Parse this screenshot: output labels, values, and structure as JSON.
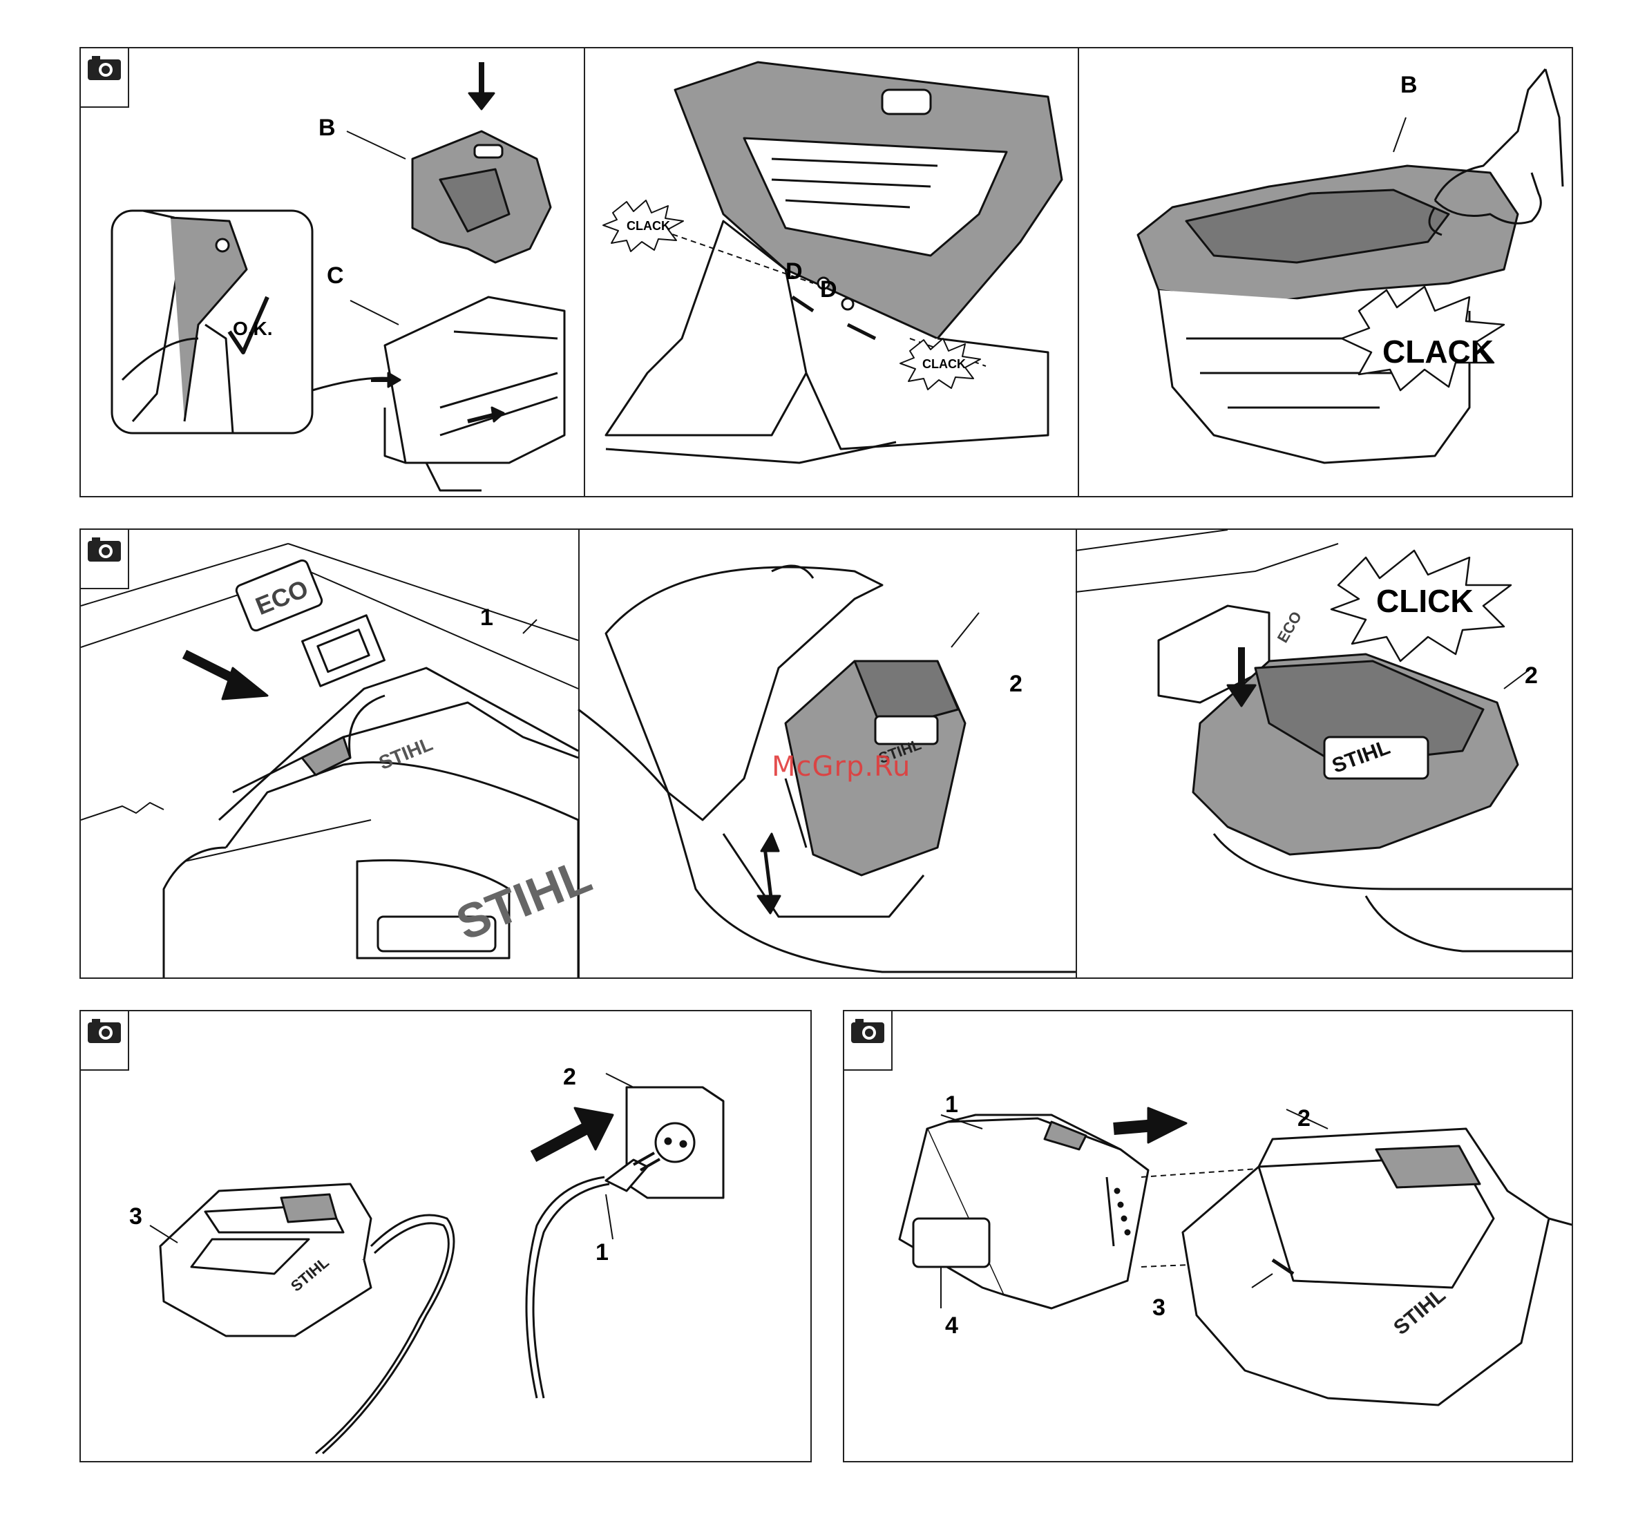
{
  "figure1": {
    "panel1": {
      "label_b": "B",
      "label_c": "C",
      "ok": "O.K."
    },
    "panel2": {
      "clack_left": "CLACK",
      "clack_right": "CLACK",
      "label_d1": "D",
      "label_d2": "D"
    },
    "panel3": {
      "label_b": "B",
      "clack": "CLACK"
    }
  },
  "figure2": {
    "panel1": {
      "eco": "ECO",
      "label_1": "1",
      "brand_small": "STIHL",
      "brand_large": "STIHL"
    },
    "panel2": {
      "label_2": "2",
      "brand": "STIHL",
      "watermark": "McGrp.Ru"
    },
    "panel3": {
      "click": "CLICK",
      "label_2": "2",
      "eco": "ECO",
      "brand": "STIHL"
    }
  },
  "figure3": {
    "label_1": "1",
    "label_2": "2",
    "label_3": "3",
    "brand": "STIHL"
  },
  "figure4": {
    "label_1": "1",
    "label_2": "2",
    "label_3": "3",
    "label_4": "4",
    "brand": "STIHL"
  },
  "icons": [
    "camera-icon",
    "arrow-down-icon",
    "arrow-right-icon",
    "double-arrow-icon",
    "checkmark-icon",
    "key-icon"
  ]
}
